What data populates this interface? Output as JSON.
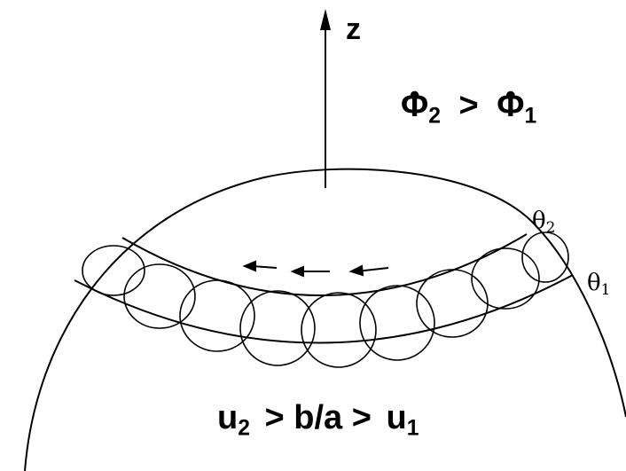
{
  "axis": {
    "z_label": "z"
  },
  "rate_relation": {
    "symbol": "Φ",
    "dot": "•",
    "sub_left": "2",
    "operator": ">",
    "sub_right": "1"
  },
  "boundaries": {
    "theta": "θ",
    "theta2_sub": "2",
    "theta1_sub": "1"
  },
  "condition": {
    "var": "u",
    "sub_left": "2",
    "middle": "> b/a >",
    "sub_right": "1"
  },
  "colors": {
    "stroke": "#000000",
    "background": "#ffffff"
  },
  "icons": {
    "drift_arrows": "left-arrow-icon",
    "axis_arrow": "up-arrow-icon"
  }
}
